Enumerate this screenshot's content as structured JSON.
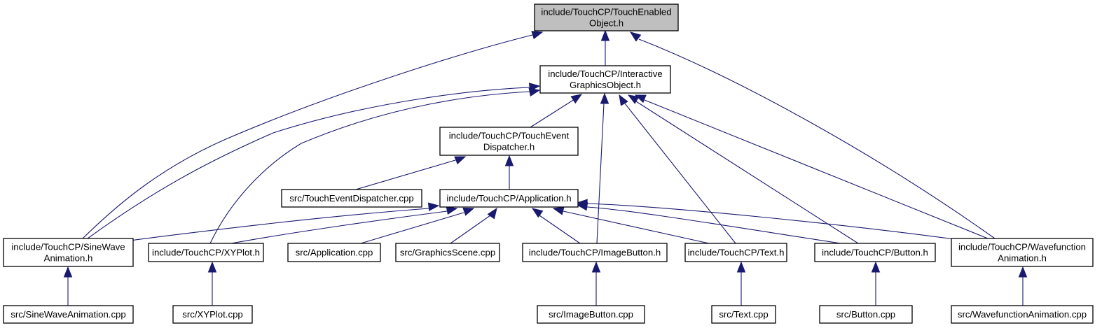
{
  "graph": {
    "title": "Include dependency graph for include/TouchCP/TouchEnabledObject.h",
    "colors": {
      "edge": "#191970",
      "root_fill": "#bfbfbf",
      "node_fill": "#ffffff",
      "border": "#000000"
    },
    "nodes": [
      {
        "id": "touchenabled",
        "lines": [
          "include/TouchCP/TouchEnabled",
          "Object.h"
        ],
        "root": true
      },
      {
        "id": "interactive",
        "lines": [
          "include/TouchCP/Interactive",
          "GraphicsObject.h"
        ]
      },
      {
        "id": "dispatcher_h",
        "lines": [
          "include/TouchCP/TouchEvent",
          "Dispatcher.h"
        ]
      },
      {
        "id": "dispatcher_cpp",
        "lines": [
          "src/TouchEventDispatcher.cpp"
        ]
      },
      {
        "id": "application_h",
        "lines": [
          "include/TouchCP/Application.h"
        ]
      },
      {
        "id": "sinewave_h",
        "lines": [
          "include/TouchCP/SineWave",
          "Animation.h"
        ]
      },
      {
        "id": "xyplot_h",
        "lines": [
          "include/TouchCP/XYPlot.h"
        ]
      },
      {
        "id": "application_cpp",
        "lines": [
          "src/Application.cpp"
        ]
      },
      {
        "id": "graphicsscene_cpp",
        "lines": [
          "src/GraphicsScene.cpp"
        ]
      },
      {
        "id": "imagebutton_h",
        "lines": [
          "include/TouchCP/ImageButton.h"
        ]
      },
      {
        "id": "text_h",
        "lines": [
          "include/TouchCP/Text.h"
        ]
      },
      {
        "id": "button_h",
        "lines": [
          "include/TouchCP/Button.h"
        ]
      },
      {
        "id": "wavefunction_h",
        "lines": [
          "include/TouchCP/Wavefunction",
          "Animation.h"
        ]
      },
      {
        "id": "sinewave_cpp",
        "lines": [
          "src/SineWaveAnimation.cpp"
        ]
      },
      {
        "id": "xyplot_cpp",
        "lines": [
          "src/XYPlot.cpp"
        ]
      },
      {
        "id": "imagebutton_cpp",
        "lines": [
          "src/ImageButton.cpp"
        ]
      },
      {
        "id": "text_cpp",
        "lines": [
          "src/Text.cpp"
        ]
      },
      {
        "id": "button_cpp",
        "lines": [
          "src/Button.cpp"
        ]
      },
      {
        "id": "wavefunction_cpp",
        "lines": [
          "src/WavefunctionAnimation.cpp"
        ]
      }
    ],
    "edges": [
      {
        "from": "interactive",
        "to": "touchenabled"
      },
      {
        "from": "sinewave_h",
        "to": "touchenabled"
      },
      {
        "from": "wavefunction_h",
        "to": "touchenabled"
      },
      {
        "from": "dispatcher_h",
        "to": "interactive"
      },
      {
        "from": "sinewave_h",
        "to": "interactive"
      },
      {
        "from": "xyplot_h",
        "to": "interactive"
      },
      {
        "from": "imagebutton_h",
        "to": "interactive"
      },
      {
        "from": "text_h",
        "to": "interactive"
      },
      {
        "from": "button_h",
        "to": "interactive"
      },
      {
        "from": "wavefunction_h",
        "to": "interactive"
      },
      {
        "from": "dispatcher_cpp",
        "to": "dispatcher_h"
      },
      {
        "from": "application_h",
        "to": "dispatcher_h"
      },
      {
        "from": "sinewave_h",
        "to": "application_h"
      },
      {
        "from": "xyplot_h",
        "to": "application_h"
      },
      {
        "from": "application_cpp",
        "to": "application_h"
      },
      {
        "from": "graphicsscene_cpp",
        "to": "application_h"
      },
      {
        "from": "imagebutton_h",
        "to": "application_h"
      },
      {
        "from": "text_h",
        "to": "application_h"
      },
      {
        "from": "button_h",
        "to": "application_h"
      },
      {
        "from": "wavefunction_h",
        "to": "application_h"
      },
      {
        "from": "sinewave_cpp",
        "to": "sinewave_h"
      },
      {
        "from": "xyplot_cpp",
        "to": "xyplot_h"
      },
      {
        "from": "imagebutton_cpp",
        "to": "imagebutton_h"
      },
      {
        "from": "text_cpp",
        "to": "text_h"
      },
      {
        "from": "button_cpp",
        "to": "button_h"
      },
      {
        "from": "wavefunction_cpp",
        "to": "wavefunction_h"
      }
    ]
  }
}
